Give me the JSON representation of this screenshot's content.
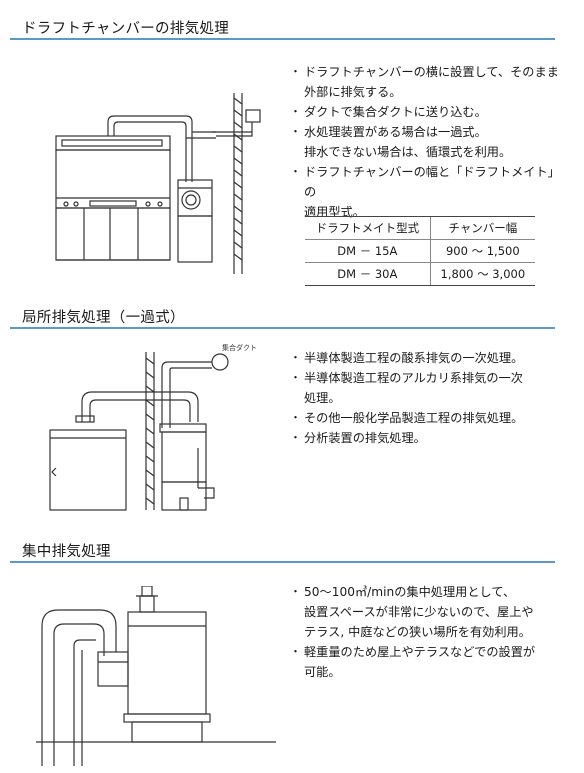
{
  "sections": [
    {
      "title": "ドラフトチャンバーの排気処理",
      "bullets": [
        "ドラフトチャンバーの横に設置して、そのまま\n外部に排気する。",
        "ダクトで集合ダクトに送り込む。",
        "水処理装置がある場合は一過式。\n排水できない場合は、循環式を利用。",
        "ドラフトチャンバーの幅と「ドラフトメイト」の\n適用型式。"
      ],
      "table": {
        "headers": [
          "ドラフトメイト型式",
          "チャンバー幅"
        ],
        "rows": [
          [
            "DM － 15A",
            "900 ～ 1,500"
          ],
          [
            "DM － 30A",
            "1,800 ～ 3,000"
          ]
        ]
      }
    },
    {
      "title": "局所排気処理（一過式）",
      "figure_label": "集合ダクト",
      "bullets": [
        "半導体製造工程の酸系排気の一次処理。",
        "半導体製造工程のアルカリ系排気の一次\n処理。",
        "その他一般化学品製造工程の排気処理。",
        "分析装置の排気処理。"
      ]
    },
    {
      "title": "集中排気処理",
      "bullets": [
        "50～100㎥/minの集中処理用として、\n設置スペースが非常に少ないので、屋上や\nテラス, 中庭などの狭い場所を有効利用。",
        "軽重量のため屋上やテラスなどでの設置が\n可能。"
      ]
    }
  ],
  "colors": {
    "rule": "#5a9bc5",
    "text": "#1a1a1a"
  }
}
